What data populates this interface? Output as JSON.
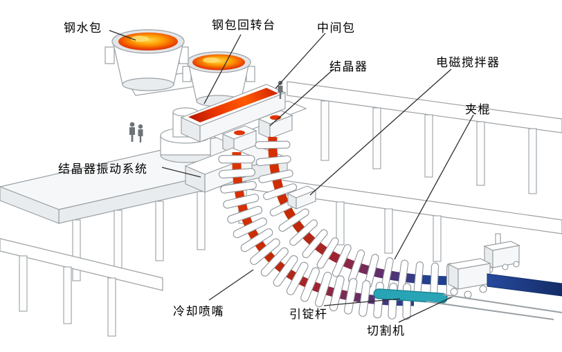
{
  "labels": {
    "ladle": "钢水包",
    "turret": "钢包回转台",
    "tundish": "中间包",
    "mold": "结晶器",
    "stirrer": "电磁搅拌器",
    "pinch_roll": "夹棍",
    "oscillation": "结晶器振动系统",
    "cooling_nozzle": "冷却喷嘴",
    "dummy_bar": "引锭杆",
    "cutter": "切割机"
  },
  "colors": {
    "background": "#ffffff",
    "molten_core": "#ffd84d",
    "molten_mid": "#ff7a00",
    "molten_rim": "#9c0f00",
    "strand_hot": "#e03400",
    "strand_cold": "#1a3a8c",
    "dummy_bar_teal": "#29a4b6",
    "structure_line": "#9aa0a4",
    "label_text": "#000000"
  }
}
